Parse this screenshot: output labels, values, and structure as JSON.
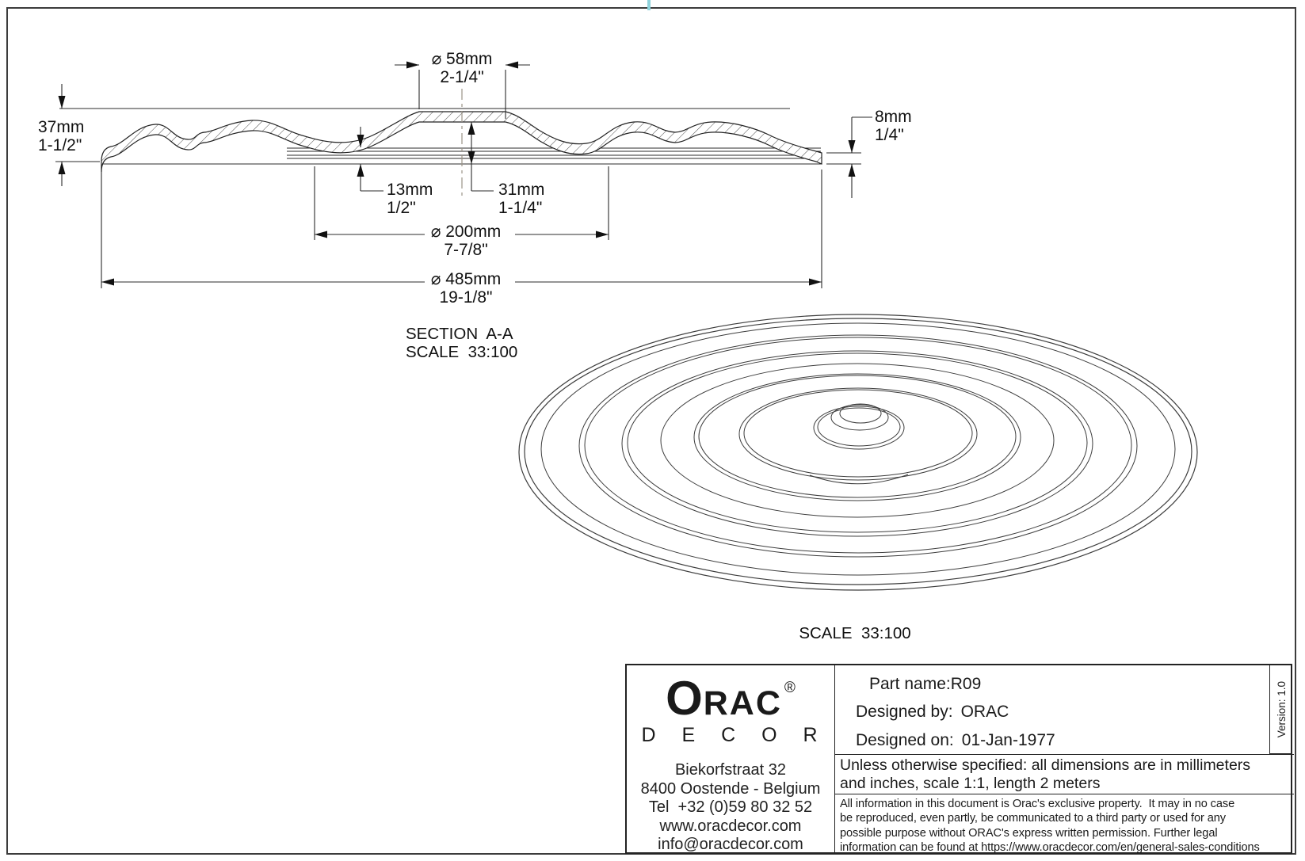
{
  "drawing": {
    "section": {
      "title": "SECTION  A-A",
      "scale": "SCALE  33:100",
      "dim_58_mm": "⌀ 58mm",
      "dim_58_in": "2-1/4\"",
      "dim_37_mm": "37mm",
      "dim_37_in": "1-1/2\"",
      "dim_8_mm": "8mm",
      "dim_8_in": "1/4\"",
      "dim_13_mm": "13mm",
      "dim_13_in": "1/2\"",
      "dim_31_mm": "31mm",
      "dim_31_in": "1-1/4\"",
      "dim_200_mm": "⌀ 200mm",
      "dim_200_in": "7-7/8\"",
      "dim_485_mm": "⌀ 485mm",
      "dim_485_in": "19-1/8\""
    },
    "iso": {
      "scale": "SCALE  33:100"
    },
    "center_mark_color": "#8fd3dc"
  },
  "title_block": {
    "brand": "O",
    "brand_rest": "RAC",
    "registered_mark": "®",
    "brand_sub": "D E C O R",
    "address_line1": "Biekorfstraat 32",
    "address_line2": "8400 Oostende - Belgium",
    "address_line3": "Tel  +32 (0)59 80 32 52",
    "address_line4": "www.oracdecor.com",
    "address_line5": "info@oracdecor.com",
    "part_name_label": "Part name:",
    "part_name_value": "R09",
    "designed_by_label": "Designed by:",
    "designed_by_value": "ORAC",
    "designed_on_label": "Designed on:",
    "designed_on_value": "01-Jan-1977",
    "spec_note": "Unless otherwise specified: all dimensions are in millimeters\nand inches, scale 1:1, length 2 meters",
    "legal_note": "All information in this document is Orac's exclusive property.  It may in no case\nbe reproduced, even partly, be communicated to a third party or used for any\npossible purpose without ORAC's express written permission. Further legal\ninformation can be found at https://www.oracdecor.com/en/general-sales-conditions",
    "version": "Version: 1.0"
  }
}
